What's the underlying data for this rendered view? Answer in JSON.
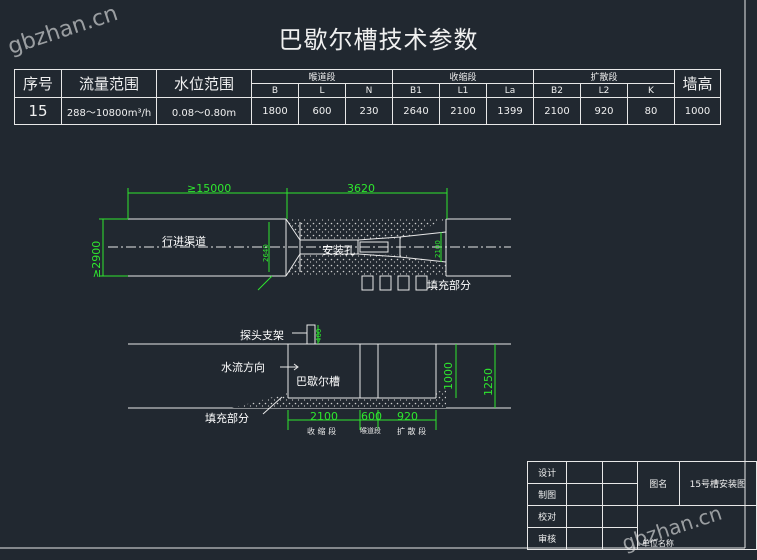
{
  "title": "巴歇尔槽技术参数",
  "watermark": "gbzhan.cn",
  "params_table": {
    "headers": {
      "seq": "序号",
      "flow_range": "流量范围",
      "level_range": "水位范围",
      "throat": "喉道段",
      "converging": "收缩段",
      "diverging": "扩散段",
      "wall_height": "墙高"
    },
    "sub_headers": [
      "B",
      "L",
      "N",
      "B1",
      "L1",
      "La",
      "B2",
      "L2",
      "K"
    ],
    "row": {
      "seq": "15",
      "flow_range": "288～10800m³/h",
      "level_range": "0.08～0.80m",
      "values": [
        "1800",
        "600",
        "230",
        "2640",
        "2100",
        "1399",
        "2100",
        "920",
        "80"
      ],
      "wall_height": "1000"
    }
  },
  "plan_view": {
    "dim_upstream": "≥15000",
    "dim_flume": "3620",
    "dim_channel_width": "≥2900",
    "channel_label": "行进渠道",
    "install_label": "安装孔",
    "fill_label": "填充部分",
    "dim_small_left": "2640",
    "dim_small_right": "2100"
  },
  "elevation_view": {
    "probe_label": "探头支架",
    "flow_label": "水流方向",
    "flume_label": "巴歇尔槽",
    "fill_label": "填充部分",
    "dim_1000": "1000",
    "dim_1250": "1250",
    "dim_2100": "2100",
    "dim_600": "600",
    "dim_920": "920",
    "sec_converging": "收 缩 段",
    "sec_throat": "喉道段",
    "sec_diverging": "扩 散 段",
    "dim_probe": "400"
  },
  "title_block": {
    "design": "设计",
    "drawing": "制图",
    "check": "校对",
    "review": "审核",
    "drawing_name_label": "图名",
    "drawing_name": "15号槽安装图",
    "org_name": "单位名称"
  },
  "colors": {
    "background": "#212830",
    "line": "#e8e8e8",
    "dimension": "#2ee62e"
  }
}
